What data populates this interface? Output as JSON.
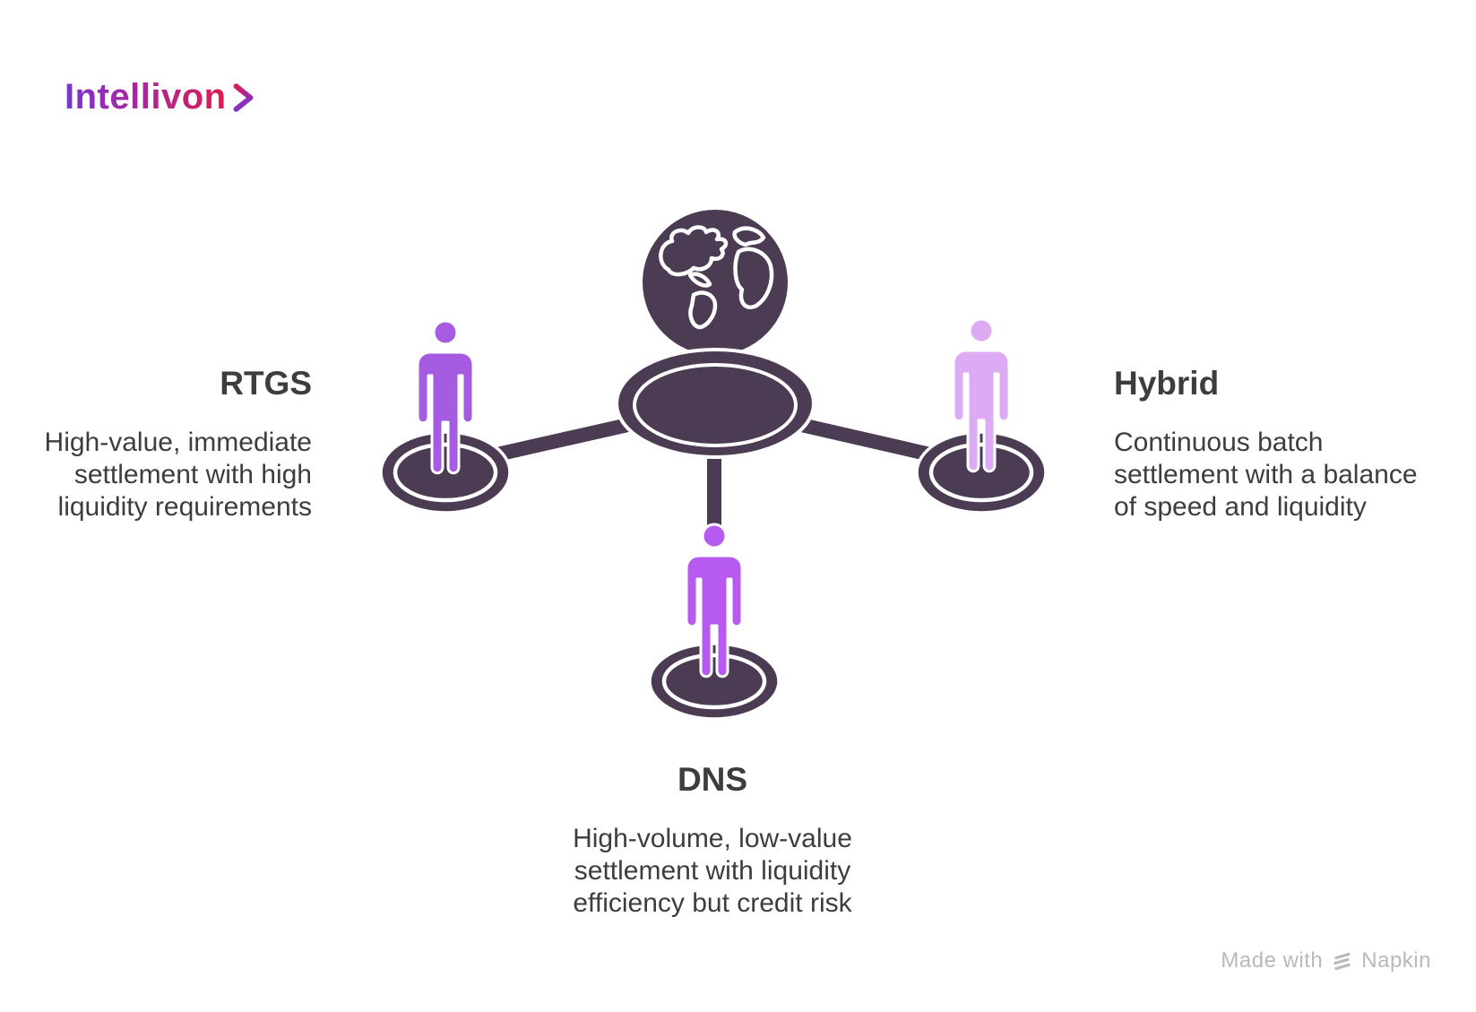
{
  "logo": {
    "text": "Intellivon"
  },
  "nodes": {
    "rtgs": {
      "title": "RTGS",
      "description": "High-value, immediate settlement with high liquidity requirements"
    },
    "hybrid": {
      "title": "Hybrid",
      "description": "Continuous batch settlement with a balance of speed and liquidity"
    },
    "dns": {
      "title": "DNS",
      "description": "High-volume, low-value settlement with liquidity efficiency but credit risk"
    }
  },
  "watermark": {
    "prefix": "Made with",
    "brand": "Napkin"
  },
  "colors": {
    "background": "#ffffff",
    "dark_purple": "#4b3b53",
    "rtgs_purple": "#a55ce2",
    "dns_purple": "#b75af0",
    "hybrid_purple": "#dcabf4",
    "text_primary": "#3d3d3d",
    "logo_gradient_start": "#7b33d4",
    "logo_gradient_end": "#dd1b54",
    "watermark_gray": "#b9b9bd"
  }
}
